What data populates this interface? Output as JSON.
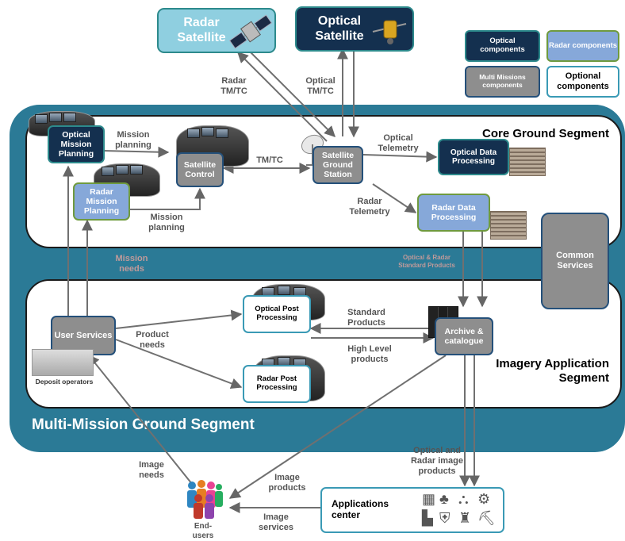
{
  "satellites": {
    "radar": "Radar Satellite",
    "optical": "Optical Satellite"
  },
  "legend": {
    "optical": "Optical components",
    "radar": "Radar components",
    "multi": "Multi Missions components",
    "optional": "Optional components"
  },
  "segments": {
    "core": "Core Ground Segment",
    "imagery": "Imagery Application Segment",
    "multi": "Multi-Mission Ground Segment",
    "common": "Common Services"
  },
  "nodes": {
    "optical_mission_planning": "Optical Mission Planning",
    "radar_mission_planning": "Radar Mission Planning",
    "satellite_control": "Satellite Control",
    "ground_station": "Satellite Ground Station",
    "optical_data_processing": "Optical Data Processing",
    "radar_data_processing": "Radar Data Processing",
    "user_services": "User Services",
    "optical_post_processing": "Optical Post Processing",
    "radar_post_processing": "Radar Post Processing",
    "archive": "Archive & catalogue",
    "applications_center": "Applications center"
  },
  "labels": {
    "radar_tmtc": "Radar TM/TC",
    "optical_tmtc": "Optical TM/TC",
    "mission_planning_top": "Mission planning",
    "mission_planning_bottom": "Mission planning",
    "tmtc": "TM/TC",
    "optical_telemetry": "Optical Telemetry",
    "radar_telemetry": "Radar Telemetry",
    "mission_needs": "Mission needs",
    "standard_products_top": "Optical & Radar Standard Products",
    "standard_products": "Standard Products",
    "high_level_products": "High Level products",
    "product_needs": "Product needs",
    "deposit_operators": "Deposit operators",
    "image_needs": "Image needs",
    "image_products": "Image products",
    "image_services": "Image services",
    "optical_radar_image_products": "Optical and Radar image products",
    "end_users": "End-users"
  },
  "icons": {
    "application_icons": [
      "map-icon",
      "forest-icon",
      "water-icon",
      "farm-icon",
      "city-icon",
      "security-icon",
      "person-icon",
      "oil-rig-icon"
    ]
  },
  "colors": {
    "optical": "#14304f",
    "radar": "#86a8d9",
    "multi": "#8e8e8e",
    "ring": "#2b7a96"
  }
}
